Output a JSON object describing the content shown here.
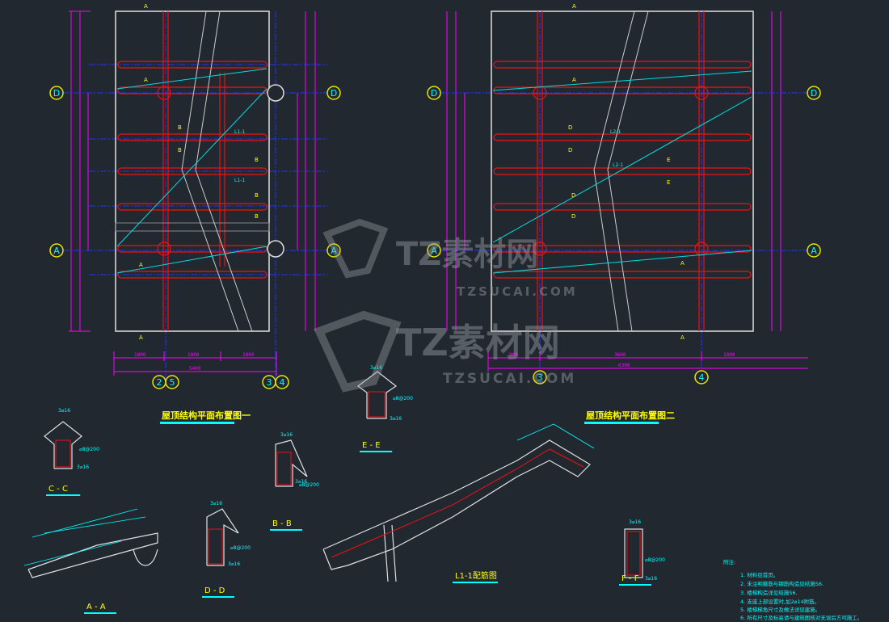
{
  "plan1": {
    "title": "屋顶结构平面布置图一",
    "axes_left": [
      "D",
      "A"
    ],
    "axes_bottom": [
      "2",
      "5",
      "3",
      "4"
    ],
    "dims_bottom": [
      "1800",
      "1800",
      "1800"
    ],
    "dims_total": "5400"
  },
  "plan2": {
    "title": "屋顶结构平面布置图二",
    "axes_left": [
      "D",
      "A"
    ],
    "axes_bottom": [
      "3",
      "4"
    ],
    "dims_bottom": [
      "900",
      "3600",
      "1800"
    ],
    "dims_total": "6300"
  },
  "section_labels": {
    "a": "A",
    "b": "B",
    "d": "D",
    "e": "E",
    "l1": "L1-1",
    "l2": "L2-1"
  },
  "sections": {
    "cc": "C - C",
    "bb": "B - B",
    "ee": "E - E",
    "dd": "D - D",
    "aa": "A - A",
    "l1": "L1-1配筋图",
    "ff": "F - F"
  },
  "rebar": {
    "top": "3⌀16",
    "bottom": "3⌀16",
    "stirrup": "⌀8@200"
  },
  "notes": {
    "heading": "附注:",
    "items": [
      "1. 材料见首页。",
      "2. 未注明箍筋与钢筋构造见结施S6.",
      "3. 楼梯构造详见结施S6.",
      "4. 支座上部设置时,加2⌀14附筋。",
      "5. 楼梯梯角尺寸及做法详见建施。",
      "6. 所有尺寸及标高请与建筑图核对无误后方可施工。"
    ]
  },
  "watermark": {
    "brand": "TZ素材网",
    "url": "TZSUCAI.COM"
  }
}
